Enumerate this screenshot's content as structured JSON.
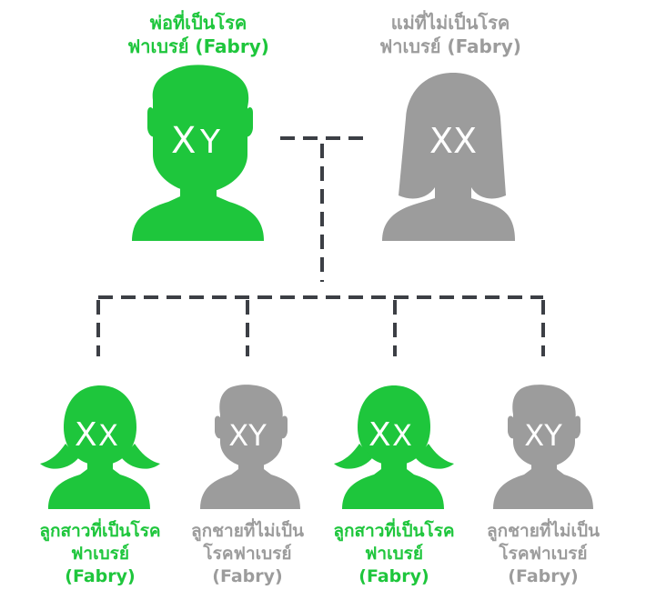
{
  "colors": {
    "affected": "#1ec63c",
    "unaffected": "#9c9c9c",
    "connector": "#3c3f45"
  },
  "parents": {
    "father": {
      "label_line1": "พ่อที่เป็นโรค",
      "label_line2": "ฟาเบรย์ (Fabry)",
      "chrom_big": "X",
      "chrom_small": "Y",
      "icon": "male-icon"
    },
    "mother": {
      "label_line1": "แม่ที่ไม่เป็นโรค",
      "label_line2": "ฟาเบรย์ (Fabry)",
      "chrom": "XX",
      "icon": "female-icon"
    }
  },
  "children": [
    {
      "label": [
        "ลูกสาวที่เป็นโรค",
        "ฟาเบรย์",
        "(Fabry)"
      ],
      "chrom_big": "X",
      "chrom_small": "X",
      "icon": "female-child-icon",
      "affected": true
    },
    {
      "label": [
        "ลูกชายที่ไม่เป็น",
        "โรคฟาเบรย์",
        "(Fabry)"
      ],
      "chrom": "XY",
      "icon": "male-child-icon",
      "affected": false
    },
    {
      "label": [
        "ลูกสาวที่เป็นโรค",
        "ฟาเบรย์",
        "(Fabry)"
      ],
      "chrom_big": "X",
      "chrom_small": "X",
      "icon": "female-child-icon",
      "affected": true
    },
    {
      "label": [
        "ลูกชายที่ไม่เป็น",
        "โรคฟาเบรย์",
        "(Fabry)"
      ],
      "chrom": "XY",
      "icon": "male-child-icon",
      "affected": false
    }
  ]
}
